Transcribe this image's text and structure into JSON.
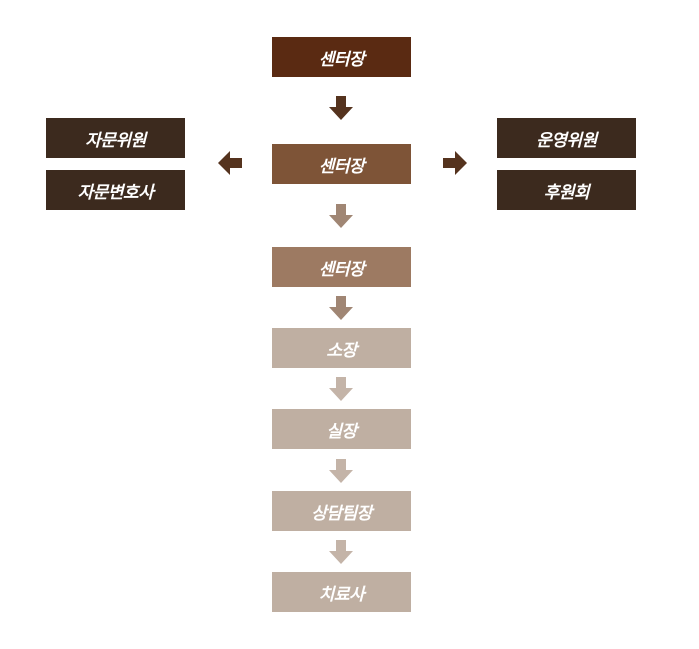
{
  "chain": [
    {
      "label": "센터장",
      "color": "#5a2a12"
    },
    {
      "label": "센터장",
      "color": "#7e5437"
    },
    {
      "label": "센터장",
      "color": "#9d7a62"
    },
    {
      "label": "소장",
      "color": "#bfafa2"
    },
    {
      "label": "실장",
      "color": "#bfafa2"
    },
    {
      "label": "상담팀장",
      "color": "#bfafa2"
    },
    {
      "label": "치료사",
      "color": "#bfafa2"
    }
  ],
  "left_side": [
    {
      "label": "자문위원"
    },
    {
      "label": "자문변호사"
    }
  ],
  "right_side": [
    {
      "label": "운영위원"
    },
    {
      "label": "후원회"
    }
  ],
  "colors": {
    "side_box": "#3c2a1e",
    "arrow_dark": "#55331e",
    "arrow_light": "#a08674",
    "arrow_pale": "#c4b4a8"
  }
}
